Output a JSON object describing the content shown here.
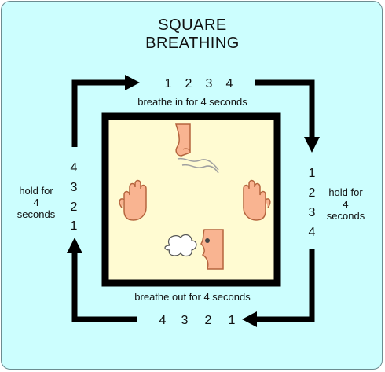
{
  "title": {
    "line1": "SQUARE",
    "line2": "BREATHING"
  },
  "top": {
    "counts": [
      "1",
      "2",
      "3",
      "4"
    ],
    "caption": "breathe in for 4 seconds"
  },
  "right": {
    "counts": [
      "1",
      "2",
      "3",
      "4"
    ],
    "label": [
      "hold for",
      "4",
      "seconds"
    ]
  },
  "bottom": {
    "counts": [
      "4",
      "3",
      "2",
      "1"
    ],
    "caption": "breathe out for 4 seconds"
  },
  "left": {
    "counts": [
      "4",
      "3",
      "2",
      "1"
    ],
    "label": [
      "hold for",
      "4",
      "seconds"
    ]
  },
  "icons": {
    "top": "nose-inhale-icon",
    "left": "hand-stop-icon",
    "right": "hand-stop-icon",
    "bottom": "mouth-exhale-icon"
  },
  "colors": {
    "background": "#ccfefe",
    "square_fill": "#fffbd2",
    "frame": "#000000",
    "arrow": "#000000",
    "skin": "#f9b491",
    "skin_outline": "#b5653e"
  }
}
